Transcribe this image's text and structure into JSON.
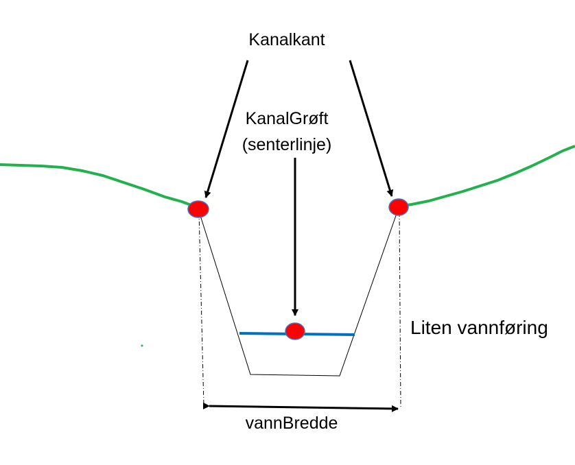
{
  "labels": {
    "canal_edge": "Kanalkant",
    "canal_ditch_line1": "KanalGrøft",
    "canal_ditch_line2": "(senterlinje)",
    "low_flow": "Liten vannføring",
    "water_width": "vannBredde"
  },
  "colors": {
    "terrain": "#22b14c",
    "water": "#0070c0",
    "point_fill": "#ff0000",
    "point_stroke": "#4472c4",
    "outline": "#000000"
  }
}
